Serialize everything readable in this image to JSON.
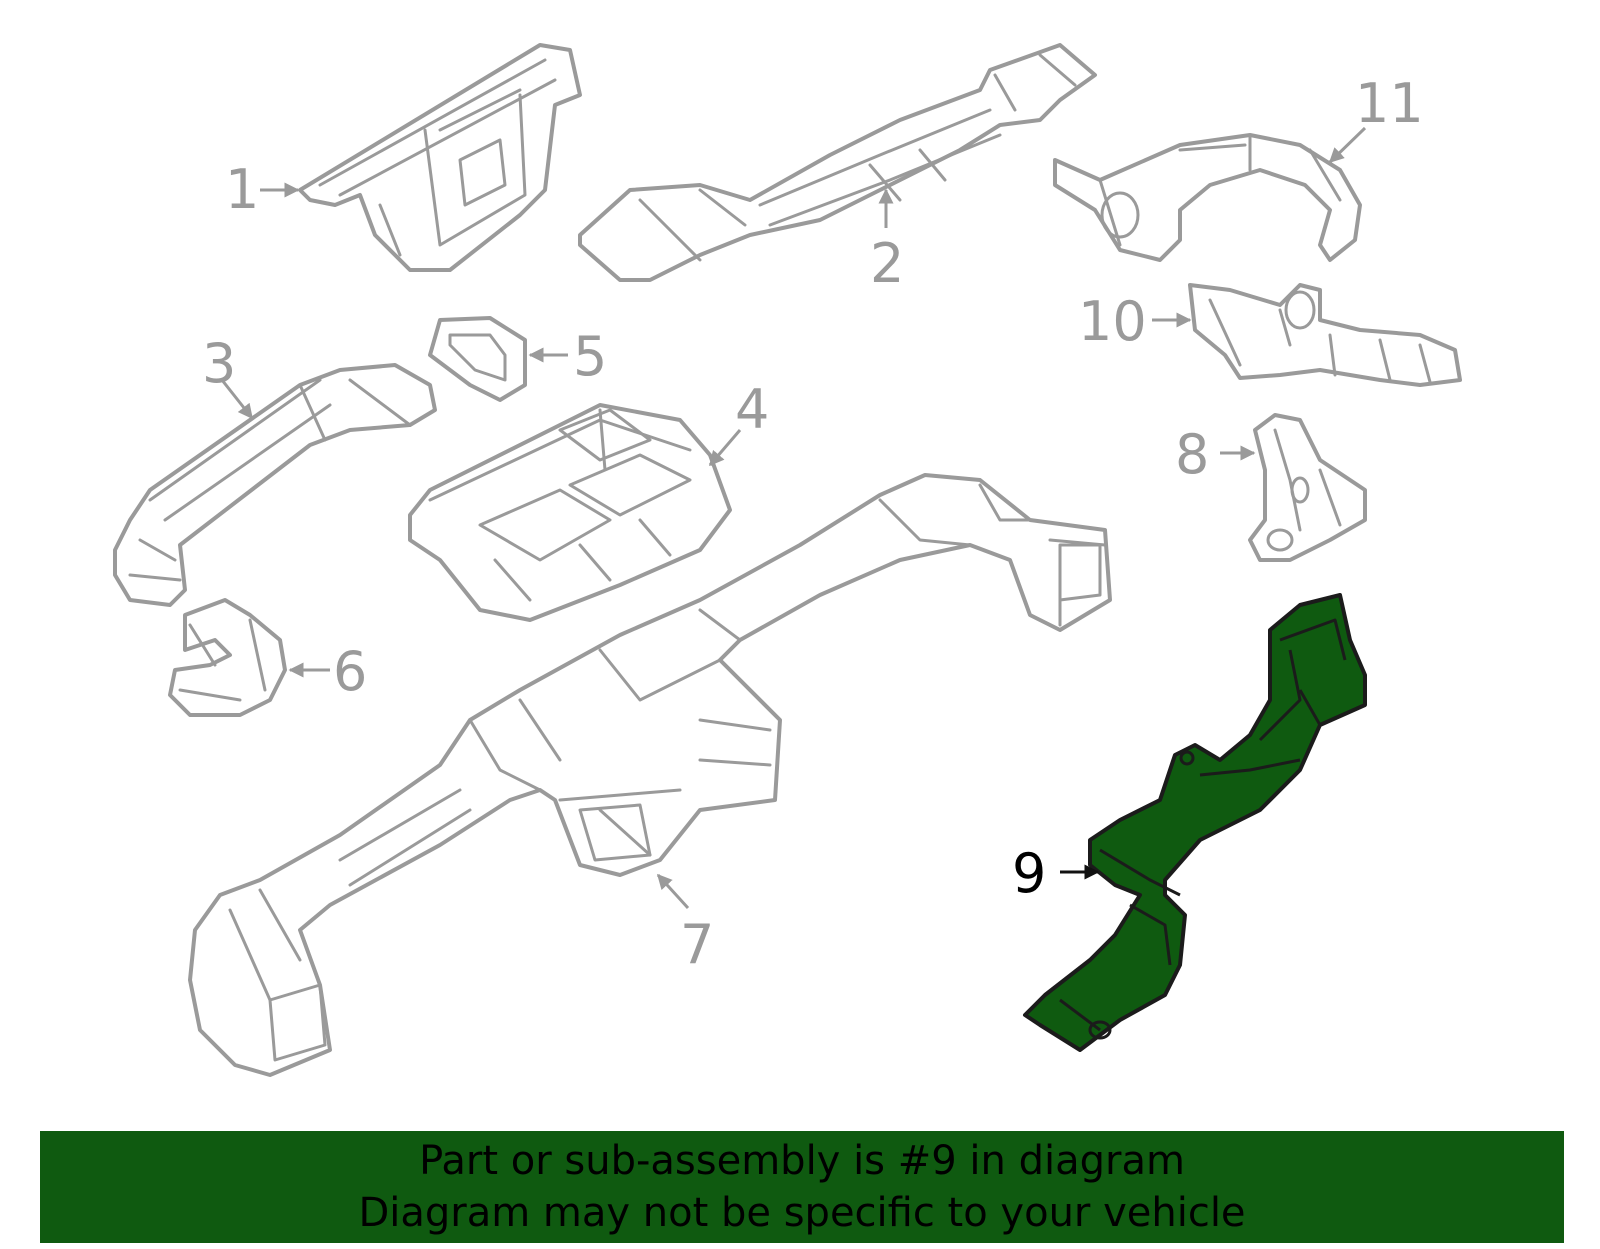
{
  "diagram": {
    "highlight_color": "#0f5a10",
    "line_color": "#9a9a9a",
    "highlighted_part": "9",
    "callouts": {
      "c1": "1",
      "c2": "2",
      "c3": "3",
      "c4": "4",
      "c5": "5",
      "c6": "6",
      "c7": "7",
      "c8": "8",
      "c9": "9",
      "c10": "10",
      "c11": "11"
    }
  },
  "banner": {
    "line1": "Part or sub-assembly is #9 in diagram",
    "line2": "Diagram may not be specific to your vehicle",
    "background": "#0f5a10"
  }
}
